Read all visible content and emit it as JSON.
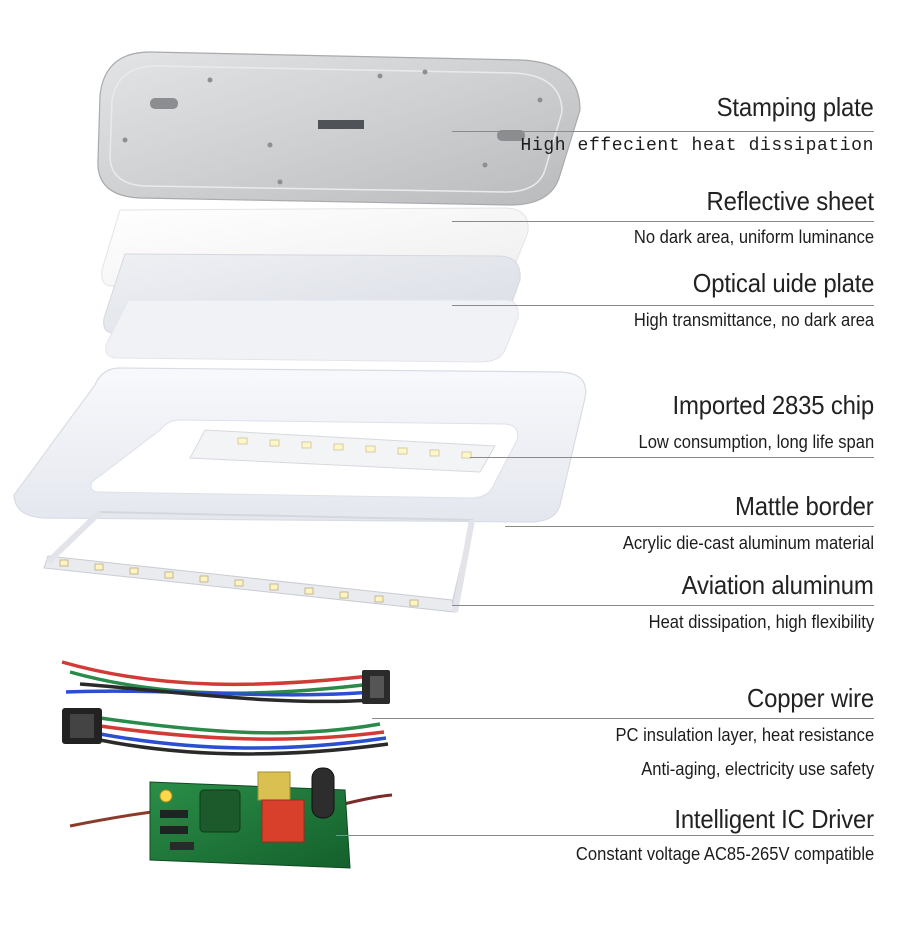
{
  "colors": {
    "text": "#222222",
    "leader_line": "#8a8a8a",
    "stamping_plate": "#c8c9cb",
    "reflective_sheet": "#f6f6f6",
    "light_guide": "#e3e6ec",
    "frame": "#f2f4f8",
    "led": "#fff8d8",
    "pcb_green": "#1f7a3a",
    "wire_red": "#d23a36",
    "wire_green": "#2a8a4a",
    "wire_blue": "#2a4fd0",
    "wire_black": "#2a2a2a"
  },
  "icons": {
    "stamping_plate": "metal-plate-illustration",
    "reflective_sheet": "white-sheet-illustration",
    "optical_plate": "light-guide-plate-illustration",
    "frame": "acrylic-frame-illustration",
    "led_strip": "led-strip-illustration",
    "wire": "rgb-wire-connector-illustration",
    "driver": "pcb-driver-illustration"
  },
  "components": [
    {
      "id": "stamping",
      "title": "Stamping plate",
      "subtitles": [
        "High effecient heat dissipation"
      ]
    },
    {
      "id": "reflective",
      "title": "Reflective sheet",
      "subtitles": [
        "No dark area, uniform luminance"
      ]
    },
    {
      "id": "optical",
      "title": "Optical uide plate",
      "subtitles": [
        "High transmittance, no dark area"
      ]
    },
    {
      "id": "chip",
      "title": "Imported 2835 chip",
      "subtitles": [
        "Low consumption, long life span"
      ]
    },
    {
      "id": "border",
      "title": "Mattle border",
      "subtitles": [
        "Acrylic die-cast aluminum material"
      ]
    },
    {
      "id": "aluminum",
      "title": "Aviation aluminum",
      "subtitles": [
        "Heat dissipation, high flexibility"
      ]
    },
    {
      "id": "copper",
      "title": "Copper wire",
      "subtitles": [
        "PC insulation layer, heat resistance",
        "Anti-aging, electricity use safety"
      ]
    },
    {
      "id": "driver",
      "title": "Intelligent IC Driver",
      "subtitles": [
        "Constant voltage AC85-265V compatible"
      ]
    }
  ]
}
